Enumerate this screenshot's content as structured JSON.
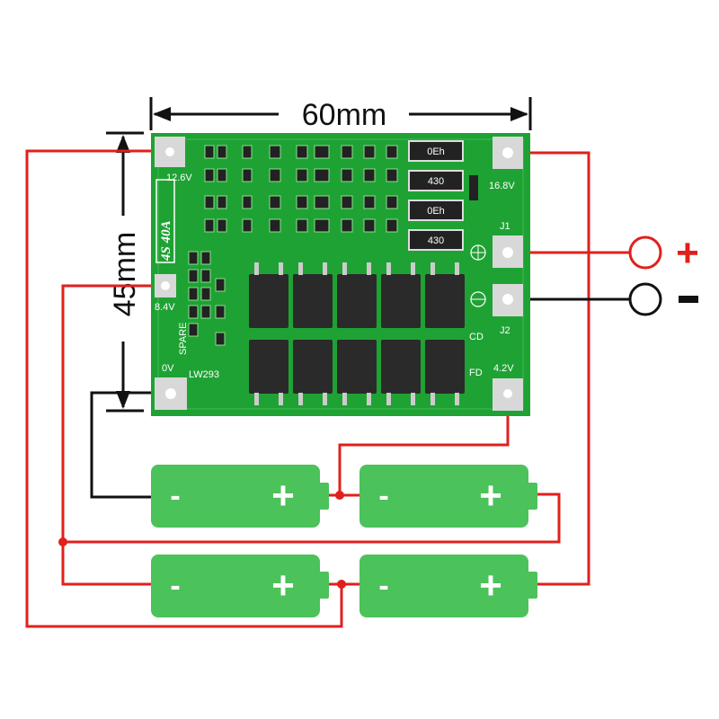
{
  "dimensions": {
    "width_label": "60mm",
    "height_label": "45mm"
  },
  "board": {
    "model_label": "4S 40A",
    "chip_label": "LW293",
    "spare_label": "SPARE",
    "cd_label": "CD",
    "fd_label": "FD",
    "resistor_labels": [
      "0Eh",
      "430",
      "0Eh",
      "430"
    ],
    "pads": {
      "p12_6": "12.6V",
      "p8_4": "8.4V",
      "p0": "0V",
      "p16_8": "16.8V",
      "j1": "J1",
      "j2": "J2",
      "p4_2": "4.2V"
    }
  },
  "output": {
    "plus": "+",
    "minus": "-"
  },
  "batteries": [
    {
      "neg": "-",
      "pos": "+"
    },
    {
      "neg": "-",
      "pos": "+"
    },
    {
      "neg": "-",
      "pos": "+"
    },
    {
      "neg": "-",
      "pos": "+"
    }
  ],
  "colors": {
    "pcb": "#1fa234",
    "battery": "#4cc25a",
    "wire_red": "#e0201c",
    "wire_black": "#111111"
  }
}
